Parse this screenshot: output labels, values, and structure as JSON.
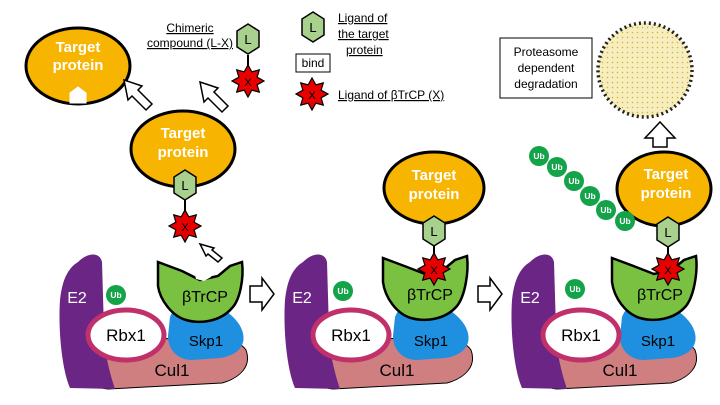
{
  "colors": {
    "target_protein": "#f7b400",
    "ligand_L": "#a9d18e",
    "ligand_X": "#e60000",
    "btrcp": "#7ac142",
    "skp1": "#1f8fe0",
    "cul1": "#cf7f7f",
    "e2": "#6b2585",
    "rbx1_ring": "#c0306a",
    "ubiquitin": "#15a34a",
    "proteasome": "#f5e6a0"
  },
  "icons": [
    "ligand-L-hexagon",
    "ligand-X-star",
    "ubiquitin-circle",
    "block-arrow"
  ],
  "labels": {
    "target_protein_line1": "Target",
    "target_protein_line2": "protein",
    "ligand_L": "L",
    "ligand_X": "X",
    "chimeric_line1": "Chimeric",
    "chimeric_line2": "compound (L-X)",
    "bind": "bind",
    "ligand_target_line1": "Ligand of",
    "ligand_target_line2": "the target",
    "ligand_target_line3": "protein",
    "ligand_btrcp": "Ligand of βTrCP (X)",
    "proteasome_line1": "Proteasome",
    "proteasome_line2": "dependent",
    "proteasome_line3": "degradation",
    "e2": "E2",
    "ub": "Ub",
    "rbx1": "Rbx1",
    "btrcp": "βTrCP",
    "skp1": "Skp1",
    "cul1": "Cul1"
  }
}
